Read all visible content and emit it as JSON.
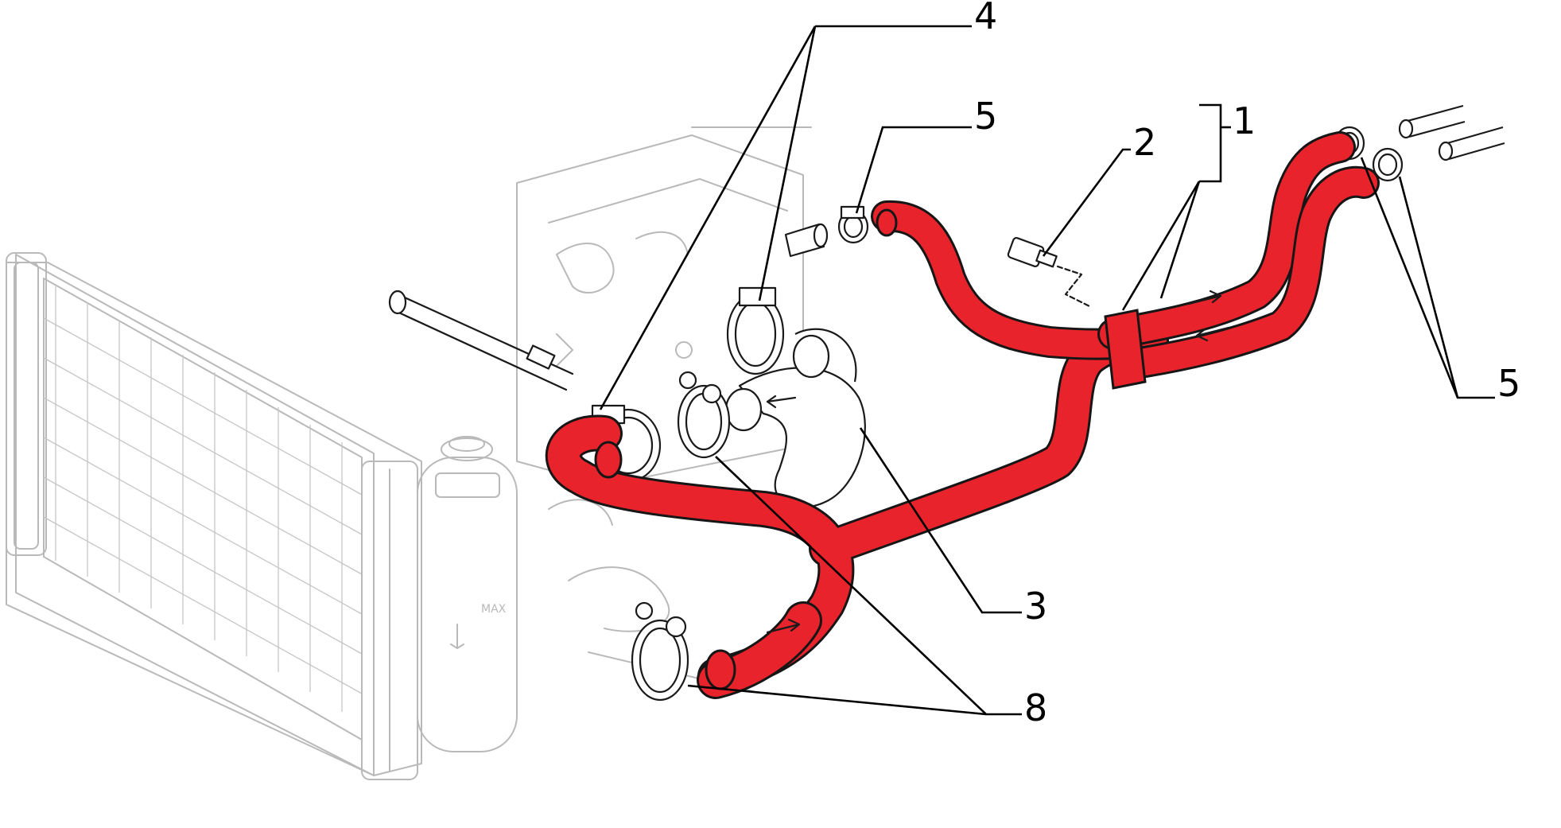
{
  "diagram": {
    "callouts": [
      {
        "id": "1",
        "label": "1"
      },
      {
        "id": "2",
        "label": "2"
      },
      {
        "id": "3",
        "label": "3"
      },
      {
        "id": "4",
        "label": "4"
      },
      {
        "id": "5a",
        "label": "5"
      },
      {
        "id": "5b",
        "label": "5"
      },
      {
        "id": "8",
        "label": "8"
      }
    ],
    "colors": {
      "hose": "#e8232b",
      "outline": "#161616",
      "background_drawing": "#b9b9b9"
    }
  }
}
